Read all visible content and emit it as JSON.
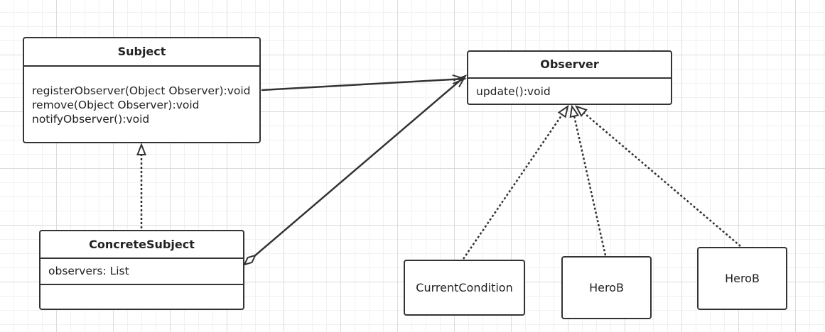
{
  "classes": {
    "subject": {
      "name": "Subject",
      "methods": [
        "registerObserver(Object Observer):void",
        "remove(Object Observer):void",
        "notifyObserver():void"
      ]
    },
    "observer": {
      "name": "Observer",
      "methods": [
        "update():void"
      ]
    },
    "concrete_subject": {
      "name": "ConcreteSubject",
      "attributes": [
        "observers: List"
      ]
    },
    "current_condition": {
      "name": "CurrentCondition"
    },
    "hero_b_1": {
      "name": "HeroB"
    },
    "hero_b_2": {
      "name": "HeroB"
    }
  },
  "relations": [
    {
      "type": "association",
      "from": "Subject",
      "to": "Observer"
    },
    {
      "type": "realization",
      "from": "ConcreteSubject",
      "to": "Subject"
    },
    {
      "type": "aggregation",
      "from": "ConcreteSubject",
      "to": "Observer"
    },
    {
      "type": "realization",
      "from": "CurrentCondition",
      "to": "Observer"
    },
    {
      "type": "realization",
      "from": "HeroB",
      "to": "Observer"
    },
    {
      "type": "realization",
      "from": "HeroB",
      "to": "Observer"
    }
  ]
}
